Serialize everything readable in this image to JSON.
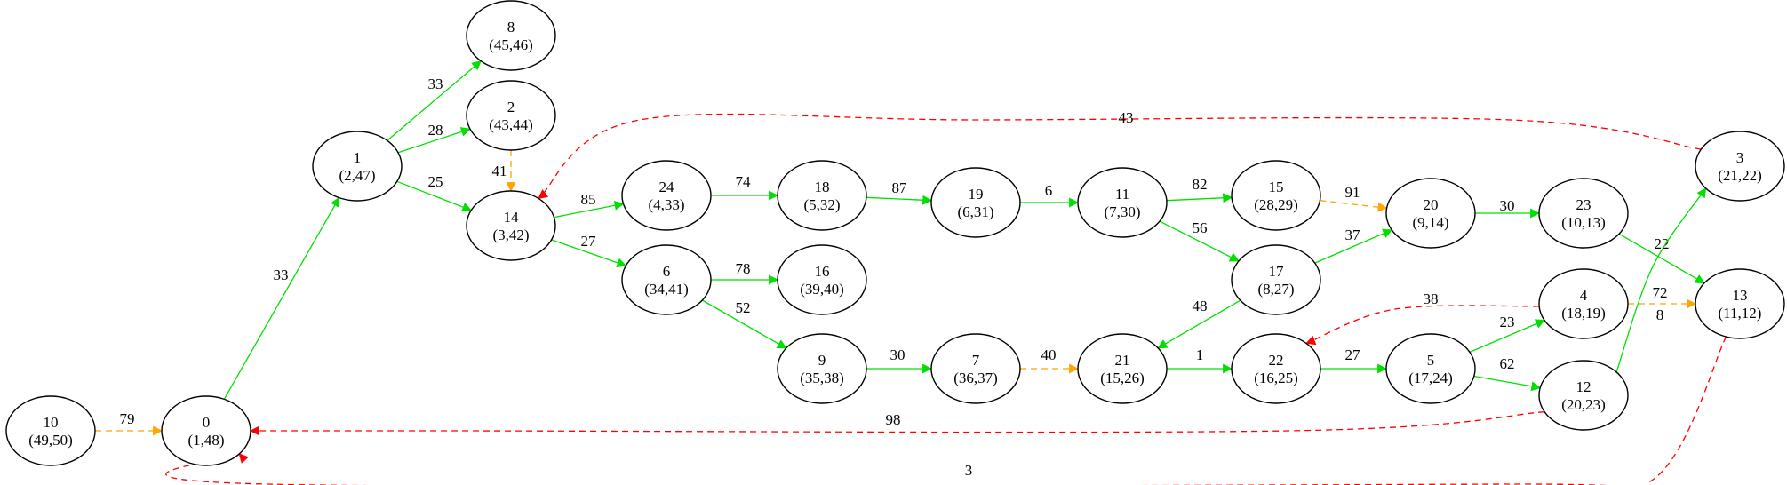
{
  "colors": {
    "tree": "#00e000",
    "forward": "#ffa500",
    "back": "#ff0000",
    "node_stroke": "#000000"
  },
  "nodes": [
    {
      "id": "n10",
      "label": "10",
      "interval": "(49,50)"
    },
    {
      "id": "n0",
      "label": "0",
      "interval": "(1,48)"
    },
    {
      "id": "n1",
      "label": "1",
      "interval": "(2,47)"
    },
    {
      "id": "n8",
      "label": "8",
      "interval": "(45,46)"
    },
    {
      "id": "n2",
      "label": "2",
      "interval": "(43,44)"
    },
    {
      "id": "n14",
      "label": "14",
      "interval": "(3,42)"
    },
    {
      "id": "n24",
      "label": "24",
      "interval": "(4,33)"
    },
    {
      "id": "n18",
      "label": "18",
      "interval": "(5,32)"
    },
    {
      "id": "n19",
      "label": "19",
      "interval": "(6,31)"
    },
    {
      "id": "n11",
      "label": "11",
      "interval": "(7,30)"
    },
    {
      "id": "n15",
      "label": "15",
      "interval": "(28,29)"
    },
    {
      "id": "n17",
      "label": "17",
      "interval": "(8,27)"
    },
    {
      "id": "n20",
      "label": "20",
      "interval": "(9,14)"
    },
    {
      "id": "n23",
      "label": "23",
      "interval": "(10,13)"
    },
    {
      "id": "n3",
      "label": "3",
      "interval": "(21,22)"
    },
    {
      "id": "n13",
      "label": "13",
      "interval": "(11,12)"
    },
    {
      "id": "n6",
      "label": "6",
      "interval": "(34,41)"
    },
    {
      "id": "n16",
      "label": "16",
      "interval": "(39,40)"
    },
    {
      "id": "n9",
      "label": "9",
      "interval": "(35,38)"
    },
    {
      "id": "n7",
      "label": "7",
      "interval": "(36,37)"
    },
    {
      "id": "n21",
      "label": "21",
      "interval": "(15,26)"
    },
    {
      "id": "n22",
      "label": "22",
      "interval": "(16,25)"
    },
    {
      "id": "n5",
      "label": "5",
      "interval": "(17,24)"
    },
    {
      "id": "n4",
      "label": "4",
      "interval": "(18,19)"
    },
    {
      "id": "n12",
      "label": "12",
      "interval": "(20,23)"
    }
  ],
  "edges": [
    {
      "from": "n10",
      "to": "n0",
      "weight": "79",
      "kind": "forward"
    },
    {
      "from": "n0",
      "to": "n1",
      "weight": "33",
      "kind": "tree"
    },
    {
      "from": "n1",
      "to": "n8",
      "weight": "33",
      "kind": "tree"
    },
    {
      "from": "n1",
      "to": "n2",
      "weight": "28",
      "kind": "tree"
    },
    {
      "from": "n1",
      "to": "n14",
      "weight": "25",
      "kind": "tree"
    },
    {
      "from": "n2",
      "to": "n14",
      "weight": "41",
      "kind": "forward"
    },
    {
      "from": "n3",
      "to": "n14",
      "weight": "43",
      "kind": "back"
    },
    {
      "from": "n14",
      "to": "n24",
      "weight": "85",
      "kind": "tree"
    },
    {
      "from": "n14",
      "to": "n6",
      "weight": "27",
      "kind": "tree"
    },
    {
      "from": "n24",
      "to": "n18",
      "weight": "74",
      "kind": "tree"
    },
    {
      "from": "n18",
      "to": "n19",
      "weight": "87",
      "kind": "tree"
    },
    {
      "from": "n19",
      "to": "n11",
      "weight": "6",
      "kind": "tree"
    },
    {
      "from": "n11",
      "to": "n15",
      "weight": "82",
      "kind": "tree"
    },
    {
      "from": "n11",
      "to": "n17",
      "weight": "56",
      "kind": "tree"
    },
    {
      "from": "n15",
      "to": "n20",
      "weight": "91",
      "kind": "forward"
    },
    {
      "from": "n17",
      "to": "n20",
      "weight": "37",
      "kind": "tree"
    },
    {
      "from": "n20",
      "to": "n23",
      "weight": "30",
      "kind": "tree"
    },
    {
      "from": "n23",
      "to": "n13",
      "weight": "22",
      "kind": "tree"
    },
    {
      "from": "n4",
      "to": "n13",
      "weight": "72",
      "kind": "forward"
    },
    {
      "from": "n6",
      "to": "n16",
      "weight": "78",
      "kind": "tree"
    },
    {
      "from": "n6",
      "to": "n9",
      "weight": "52",
      "kind": "tree"
    },
    {
      "from": "n9",
      "to": "n7",
      "weight": "30",
      "kind": "tree"
    },
    {
      "from": "n7",
      "to": "n21",
      "weight": "40",
      "kind": "forward"
    },
    {
      "from": "n17",
      "to": "n21",
      "weight": "48",
      "kind": "tree"
    },
    {
      "from": "n21",
      "to": "n22",
      "weight": "1",
      "kind": "tree"
    },
    {
      "from": "n22",
      "to": "n5",
      "weight": "27",
      "kind": "tree"
    },
    {
      "from": "n5",
      "to": "n4",
      "weight": "23",
      "kind": "tree"
    },
    {
      "from": "n5",
      "to": "n12",
      "weight": "62",
      "kind": "tree"
    },
    {
      "from": "n4",
      "to": "n22",
      "weight": "38",
      "kind": "back"
    },
    {
      "from": "n12",
      "to": "n3",
      "weight": "8",
      "kind": "tree"
    },
    {
      "from": "n12",
      "to": "n0",
      "weight": "98",
      "kind": "back"
    },
    {
      "from": "n13",
      "to": "n0",
      "weight": "3",
      "kind": "back"
    }
  ]
}
